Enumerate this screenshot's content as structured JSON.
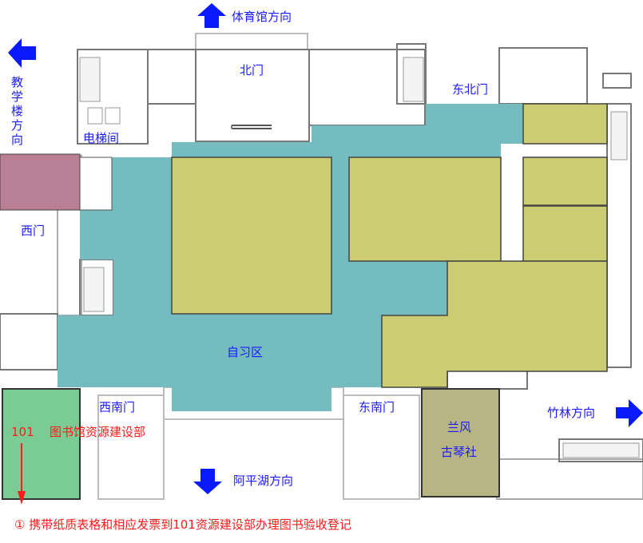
{
  "colors": {
    "study_area": "#74bcc0",
    "room_olive": "#cccc72",
    "west_room": "#b97f94",
    "room_101": "#7acc94",
    "guqin_room": "#b8b484",
    "label_blue": "#1a1aff",
    "label_red": "#ff1a1a",
    "arrow_blue": "#0a1aff"
  },
  "directions": {
    "north": "体育馆方向",
    "west": [
      "教",
      "学",
      "楼",
      "方",
      "向"
    ],
    "east": "竹林方向",
    "south": "阿平湖方向"
  },
  "places": {
    "north_gate": "北门",
    "northeast_gate": "东北门",
    "elevator": "电梯间",
    "west_gate": "西门",
    "study_area": "自习区",
    "southwest_gate": "西南门",
    "southeast_gate": "东南门",
    "guqin_line1": "兰风",
    "guqin_line2": "古琴社"
  },
  "highlight": {
    "room_number": "101",
    "room_name": "图书馆资源建设部",
    "instruction": "① 携带纸质表格和相应发票到101资源建设部办理图书验收登记"
  }
}
